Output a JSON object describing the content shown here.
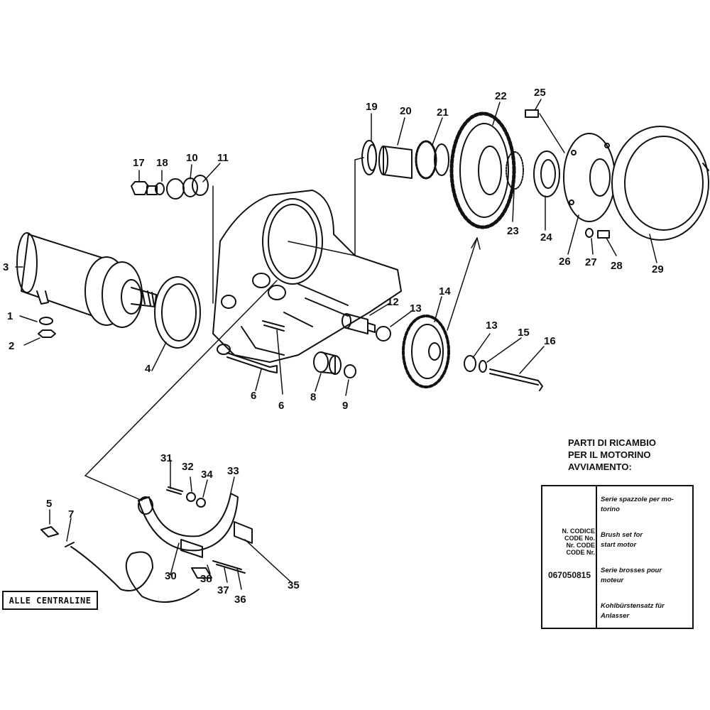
{
  "callouts": [
    {
      "id": "c1",
      "text": "1"
    },
    {
      "id": "c2",
      "text": "2"
    },
    {
      "id": "c3",
      "text": "3"
    },
    {
      "id": "c4",
      "text": "4"
    },
    {
      "id": "c5",
      "text": "5"
    },
    {
      "id": "c6a",
      "text": "6"
    },
    {
      "id": "c6b",
      "text": "6"
    },
    {
      "id": "c7",
      "text": "7"
    },
    {
      "id": "c8",
      "text": "8"
    },
    {
      "id": "c9",
      "text": "9"
    },
    {
      "id": "c10",
      "text": "10"
    },
    {
      "id": "c11",
      "text": "11"
    },
    {
      "id": "c12",
      "text": "12"
    },
    {
      "id": "c13a",
      "text": "13"
    },
    {
      "id": "c13b",
      "text": "13"
    },
    {
      "id": "c14",
      "text": "14"
    },
    {
      "id": "c15",
      "text": "15"
    },
    {
      "id": "c16",
      "text": "16"
    },
    {
      "id": "c17",
      "text": "17"
    },
    {
      "id": "c18",
      "text": "18"
    },
    {
      "id": "c19",
      "text": "19"
    },
    {
      "id": "c20",
      "text": "20"
    },
    {
      "id": "c21",
      "text": "21"
    },
    {
      "id": "c22",
      "text": "22"
    },
    {
      "id": "c23",
      "text": "23"
    },
    {
      "id": "c24",
      "text": "24"
    },
    {
      "id": "c25",
      "text": "25"
    },
    {
      "id": "c26",
      "text": "26"
    },
    {
      "id": "c27",
      "text": "27"
    },
    {
      "id": "c28",
      "text": "28"
    },
    {
      "id": "c29",
      "text": "29"
    },
    {
      "id": "c30",
      "text": "30"
    },
    {
      "id": "c31",
      "text": "31"
    },
    {
      "id": "c32",
      "text": "32"
    },
    {
      "id": "c33",
      "text": "33"
    },
    {
      "id": "c34",
      "text": "34"
    },
    {
      "id": "c35",
      "text": "35"
    },
    {
      "id": "c36",
      "text": "36"
    },
    {
      "id": "c37",
      "text": "37"
    },
    {
      "id": "c38",
      "text": "38"
    }
  ],
  "connector_box": "ALLE CENTRALINE",
  "title": [
    "PARTI DI RICAMBIO",
    "PER IL MOTORINO",
    "AVVIAMENTO:"
  ],
  "parts_table": {
    "code_headers": [
      "N. CODICE",
      "CODE No.",
      "Nr. CODE",
      "CODE Nr."
    ],
    "part_number": "067050815",
    "descriptions": [
      [
        "Serie spazzole per mo-",
        "torino"
      ],
      [
        "Brush set for",
        "start motor"
      ],
      [
        "Serie brosses pour",
        "moteur"
      ],
      [
        "Kohlbürstensatz für",
        "Anlasser"
      ]
    ]
  }
}
